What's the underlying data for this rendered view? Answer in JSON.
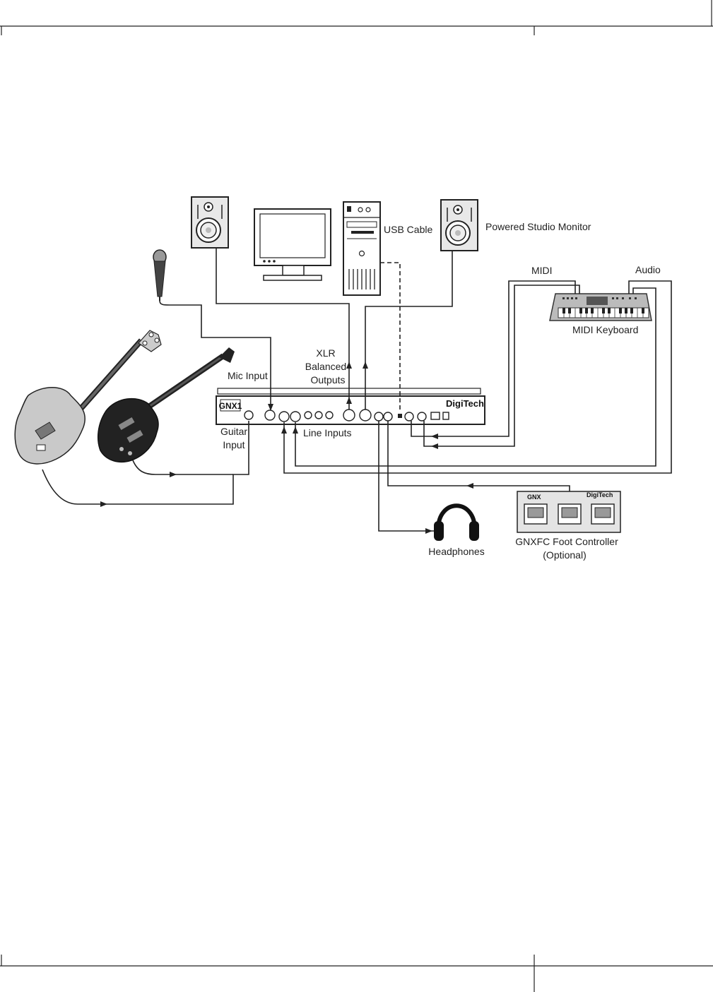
{
  "labels": {
    "usb_cable": "USB Cable",
    "powered_monitor": "Powered Studio Monitor",
    "midi": "MIDI",
    "audio": "Audio",
    "midi_keyboard": "MIDI Keyboard",
    "xlr": "XLR",
    "balanced": "Balanced",
    "outputs": "Outputs",
    "mic_input": "Mic Input",
    "guitar": "Guitar",
    "input": "Input",
    "line_inputs": "Line Inputs",
    "headphones": "Headphones",
    "gnxfc": "GNXFC Foot Controller",
    "optional": "(Optional)"
  },
  "device": {
    "model": "GNX1",
    "brand": "DigiTech"
  },
  "footcontroller": {
    "model": "GNX",
    "brand": "DigiTech"
  }
}
